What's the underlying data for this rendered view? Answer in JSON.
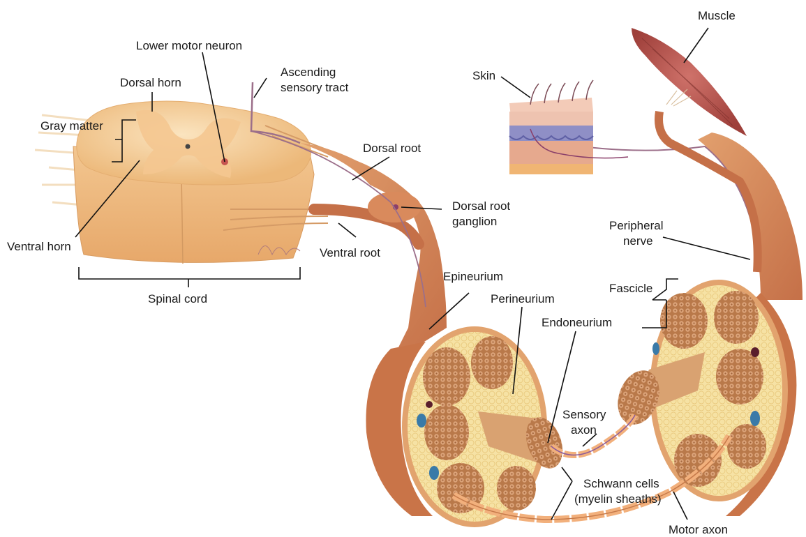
{
  "labels": {
    "lower_motor_neuron": "Lower motor neuron",
    "ascending_line1": "Ascending",
    "ascending_line2": "sensory tract",
    "dorsal_horn": "Dorsal horn",
    "gray_matter": "Gray matter",
    "ventral_horn": "Ventral horn",
    "spinal_cord": "Spinal cord",
    "dorsal_root": "Dorsal root",
    "drg_line1": "Dorsal root",
    "drg_line2": "ganglion",
    "ventral_root": "Ventral root",
    "skin": "Skin",
    "muscle": "Muscle",
    "peripheral_line1": "Peripheral",
    "peripheral_line2": "nerve",
    "fascicle": "Fascicle",
    "epineurium": "Epineurium",
    "perineurium": "Perineurium",
    "endoneurium": "Endoneurium",
    "sensory_line1": "Sensory",
    "sensory_line2": "axon",
    "schwann_line1": "Schwann cells",
    "schwann_line2": "(myelin sheaths)",
    "motor_axon": "Motor axon"
  },
  "colors": {
    "cord_light": "#f7d6a6",
    "cord_mid": "#eeb97e",
    "gray_matter": "#f2c58e",
    "nerve_dark": "#c8764a",
    "nerve_mid": "#dd9363",
    "fat_yellow": "#f6e2a4",
    "fascicle_tan": "#c98a55",
    "muscle_red": "#b5534b",
    "skin_pink": "#eec3b0",
    "dermis_blue": "#8f8fc6",
    "vessel_blue": "#3a7aa8",
    "vessel_red": "#5a1e2c",
    "leader_line": "#111111"
  }
}
